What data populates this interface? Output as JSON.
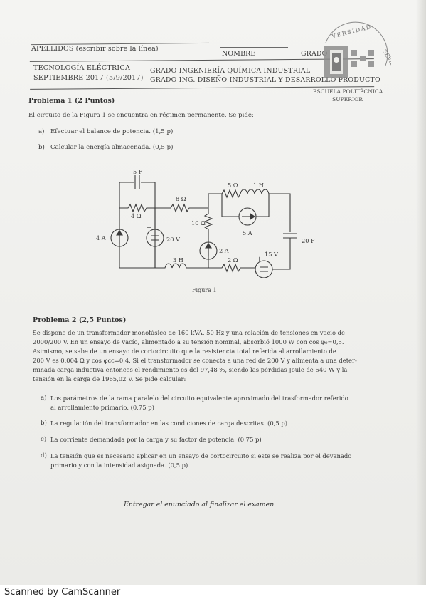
{
  "header": {
    "apellidos_label": "APELLIDOS (escribir sobre la línea)",
    "nombre_label": "NOMBRE",
    "grado_label": "GRADO",
    "subject": "TECNOLOGÍA ELÉCTRICA",
    "session": "SEPTIEMBRE 2017 (5/9/2017)",
    "degree_1": "GRADO INGENIERÍA QUÍMICA INDUSTRIAL",
    "degree_2": "GRADO ING. DISEÑO INDUSTRIAL Y DESARROLLO PRODUCTO"
  },
  "logo": {
    "arc_text": "UNIVERSIDAD DE SEVILLA",
    "school_line1": "ESCUELA POLITÉCNICA",
    "school_line2": "SUPERIOR",
    "color": "#7a7a7a"
  },
  "problem1": {
    "title": "Problema 1 (2 Puntos)",
    "intro": "El circuito de la Figura 1 se encuentra en régimen permanente. Se pide:",
    "items": [
      {
        "marker": "a)",
        "text": "Efectuar el balance de potencia. (1,5 p)"
      },
      {
        "marker": "b)",
        "text": "Calcular la energía almacenada. (0,5 p)"
      }
    ]
  },
  "circuit": {
    "labels": {
      "capacitor_5f": "5 F",
      "res_8": "8 Ω",
      "res_4": "4 Ω",
      "res_5": "5 Ω",
      "ind_1h": "1 H",
      "res_10": "10 Ω",
      "cs_5a": "5 A",
      "cs_4a": "4 A",
      "vs_20v": "20 V",
      "cap_20f": "20 F",
      "cs_2a": "2 A",
      "vs_15v": "15 V",
      "ind_3h": "3 H",
      "res_2": "2 Ω",
      "plus": "+"
    },
    "caption": "Figura 1"
  },
  "problem2": {
    "title": "Problema 2 (2,5 Puntos)",
    "paragraph": [
      "Se dispone de un transformador monofásico de 160 kVA, 50 Hz y una relación de tensiones en vacío de",
      "2000/200 V. En un ensayo de vacío, alimentado a su tensión nominal, absorbió 1000 W con cos φ₀=0,5.",
      "Asimismo, se sabe de un ensayo de cortocircuito que la resistencia total referida al arrollamiento de",
      "200 V es 0,004 Ω y cos φcc=0,4. Si el transformador se conecta a una red de 200 V y alimenta a una deter-",
      "minada carga inductiva entonces el rendimiento es del 97,48 %, siendo las pérdidas Joule de 640 W y la",
      "tensión en la carga de 1965,02 V. Se pide calcular:"
    ],
    "items": [
      {
        "marker": "a)",
        "lines": [
          "Los parámetros de la rama paralelo del circuito equivalente aproximado del trasformador referido",
          "al arrollamiento primario. (0,75 p)"
        ]
      },
      {
        "marker": "b)",
        "lines": [
          "La regulación del transformador en las condiciones de carga descritas. (0,5 p)"
        ]
      },
      {
        "marker": "c)",
        "lines": [
          "La corriente demandada por la carga y su factor de potencia. (0,75 p)"
        ]
      },
      {
        "marker": "d)",
        "lines": [
          "La tensión que es necesario aplicar en un ensayo de cortocircuito si este se realiza por el devanado",
          "primario y con la intensidad asignada. (0,5 p)"
        ]
      }
    ]
  },
  "closing": "Entregar el enunciado al finalizar el examen",
  "footer": "Scanned by CamScanner"
}
